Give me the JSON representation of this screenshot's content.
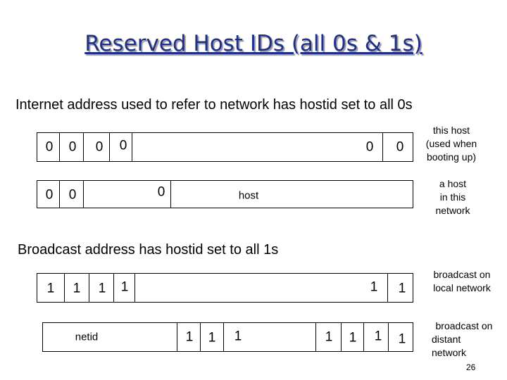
{
  "title": "Reserved Host IDs (all 0s & 1s)",
  "section1": {
    "heading": "Internet address used to refer to network has hostid set to all 0s",
    "row1": {
      "bits": [
        "0",
        "0",
        "0",
        "0",
        "0",
        "0"
      ],
      "note": [
        "this host",
        "(used when",
        "booting up)"
      ]
    },
    "row2": {
      "bits": [
        "0",
        "0",
        "0"
      ],
      "field": "host",
      "note": [
        "a host",
        "in this",
        "network"
      ]
    }
  },
  "section2": {
    "heading": "Broadcast address has hostid set to all 1s",
    "row1": {
      "bits": [
        "1",
        "1",
        "1",
        "1",
        "1",
        "1"
      ],
      "note": [
        "broadcast on",
        "local network"
      ]
    },
    "row2": {
      "field": "netid",
      "bits": [
        "1",
        "1",
        "1",
        "1",
        "1",
        "1",
        "1"
      ],
      "note": [
        "broadcast on",
        "distant",
        "network"
      ]
    }
  },
  "page_number": "26"
}
